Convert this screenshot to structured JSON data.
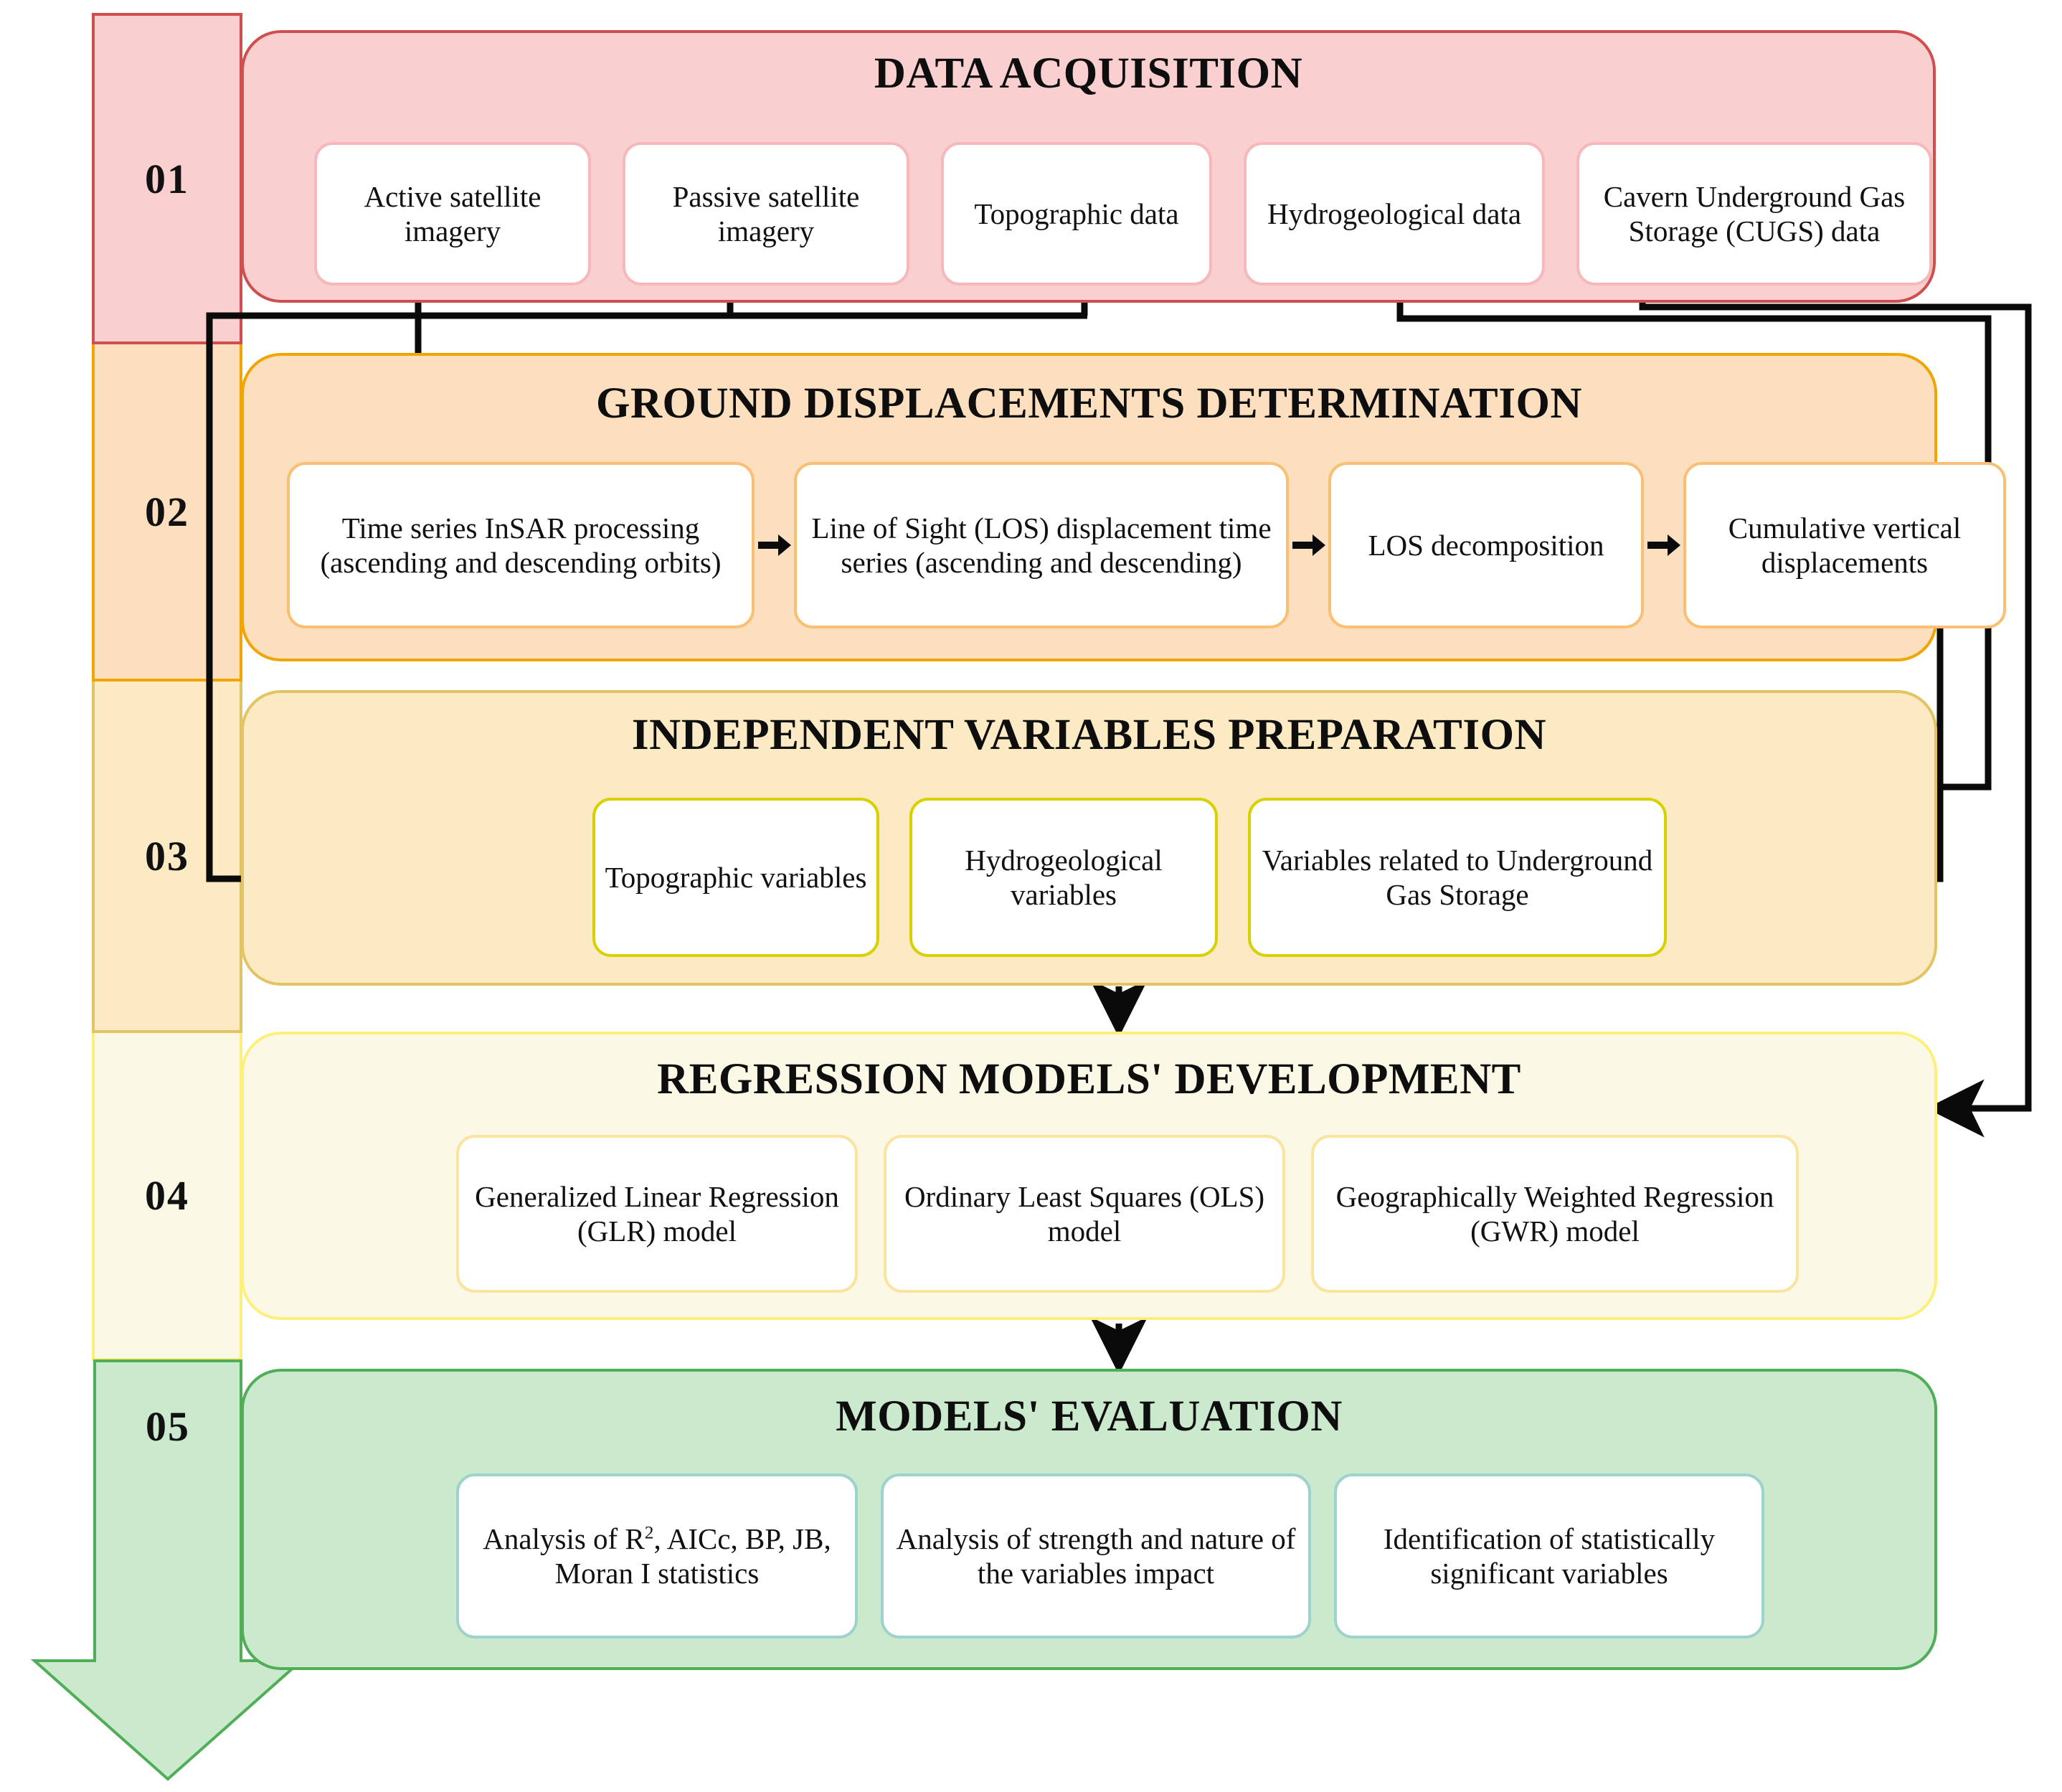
{
  "colors": {
    "stage1_fill": "#f9cfcf",
    "stage1_border": "#cf4f4f",
    "stage1_card_border": "#f6b8bb",
    "stage2_fill": "#fbdfbe",
    "stage2_border": "#f0a500",
    "stage2_card_border": "#f9bf72",
    "stage3_fill": "#fbeac3",
    "stage3_border": "#e3c463",
    "stage3_card_border": "#d9d000",
    "stage4_fill": "#fbf8e6",
    "stage4_border": "#fdf07a",
    "stage4_card_border": "#fbe3a0",
    "stage5_fill": "#cbe9cd",
    "stage5_border": "#4fae57",
    "stage5_card_border": "#9ed2cc",
    "connector": "#0a0a0a"
  },
  "rail": {
    "items": [
      {
        "number": "01",
        "fill": "#f9cfcf",
        "border": "#cf4f4f"
      },
      {
        "number": "02",
        "fill": "#fbdfbe",
        "border": "#f0a500"
      },
      {
        "number": "03",
        "fill": "#fbeac3",
        "border": "#e3c463"
      },
      {
        "number": "04",
        "fill": "#fbf8e6",
        "border": "#fdf07a"
      },
      {
        "number": "05",
        "fill": "#cbe9cd",
        "border": "#4fae57"
      }
    ]
  },
  "stages": [
    {
      "id": "data-acquisition",
      "title": "DATA ACQUISITION",
      "cards": [
        {
          "label": "Active satellite imagery"
        },
        {
          "label": "Passive satellite imagery"
        },
        {
          "label": "Topographic data"
        },
        {
          "label": "Hydrogeological data"
        },
        {
          "label": "Cavern Underground Gas  Storage (CUGS) data"
        }
      ]
    },
    {
      "id": "ground-displacements-determination",
      "title": "GROUND DISPLACEMENTS DETERMINATION",
      "cards": [
        {
          "label": "Time series InSAR processing (ascending and descending orbits)"
        },
        {
          "label": "Line of Sight (LOS) displacement time series (ascending and descending)"
        },
        {
          "label": "LOS decomposition"
        },
        {
          "label": "Cumulative vertical displacements"
        }
      ]
    },
    {
      "id": "independent-variables-preparation",
      "title": "INDEPENDENT VARIABLES PREPARATION",
      "cards": [
        {
          "label": "Topographic variables"
        },
        {
          "label": "Hydrogeological variables"
        },
        {
          "label": "Variables related to Underground Gas Storage"
        }
      ]
    },
    {
      "id": "regression-models-development",
      "title": "REGRESSION MODELS' DEVELOPMENT",
      "cards": [
        {
          "label": "Generalized Linear Regression (GLR) model"
        },
        {
          "label": "Ordinary Least Squares (OLS) model"
        },
        {
          "label": "Geographically Weighted Regression (GWR) model"
        }
      ]
    },
    {
      "id": "models-evaluation",
      "title": "MODELS' EVALUATION",
      "cards": [
        {
          "label": "Analysis of R², AICc, BP, JB, Moran I statistics",
          "rich": true
        },
        {
          "label": "Analysis of strength and nature of the variables impact"
        },
        {
          "label": "Identification of statistically significant variables"
        }
      ]
    }
  ]
}
